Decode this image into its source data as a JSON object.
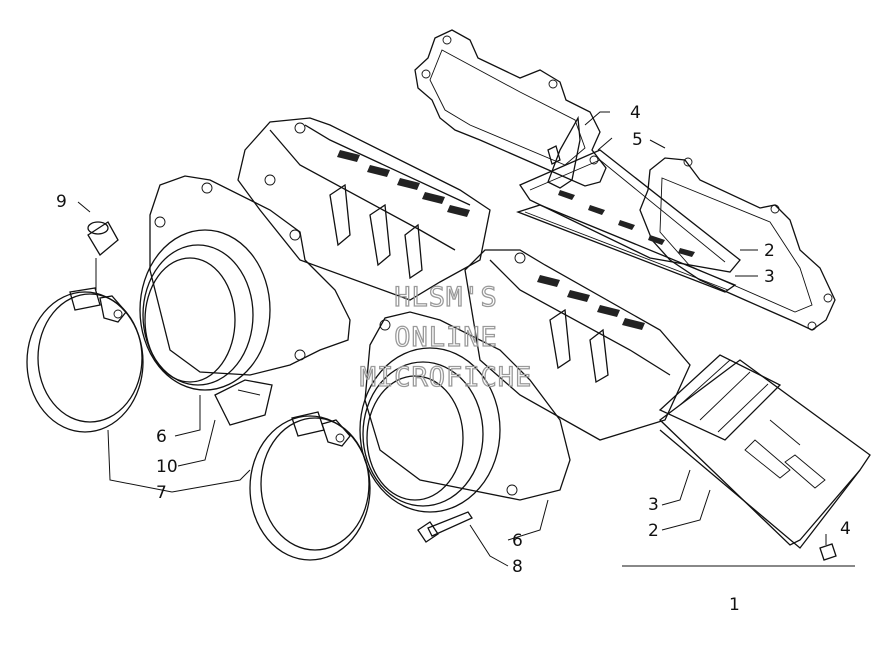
{
  "callouts": {
    "c1": "1",
    "c2_top": "2",
    "c3_top": "3",
    "c4_top": "4",
    "c5": "5",
    "c9": "9",
    "c6_left": "6",
    "c10": "10",
    "c7": "7",
    "c3_bottom": "3",
    "c2_bottom": "2",
    "c4_bottom": "4",
    "c6_right": "6",
    "c8": "8"
  },
  "watermark": {
    "line1": "HLSM'S",
    "line2": "ONLINE",
    "line3": "MICROFICHE"
  },
  "colors": {
    "line": "#111111",
    "watermark": "#9a9a9a",
    "background": "#ffffff"
  }
}
